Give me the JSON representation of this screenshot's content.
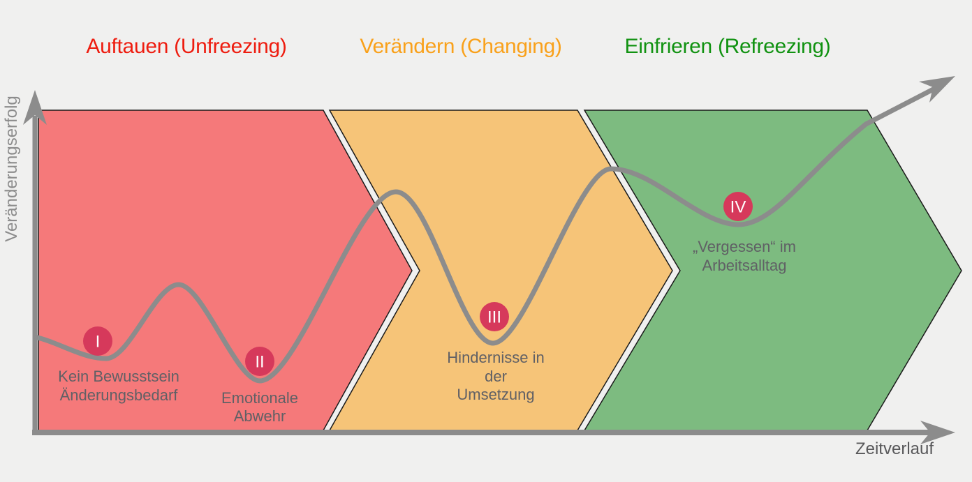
{
  "diagram_title_implicit": "Lewin change model curve",
  "colors": {
    "background": "#f0f0ef",
    "phase_red_fill": "#f5797a",
    "phase_orange_fill": "#f6c478",
    "phase_green_fill": "#7dbb80",
    "title_red": "#ee1c0f",
    "title_orange": "#f9a11b",
    "title_green": "#119211",
    "curve_gray": "#8c8c8c",
    "axis_gray": "#8c8c8c",
    "milestone_circle": "#d6395b",
    "milestone_text": "#606065",
    "shape_border": "#1a1a1a",
    "x_label_gray": "#58585a"
  },
  "phases": [
    {
      "title": "Auftauen (Unfreezing)",
      "title_color": "#ee1c0f",
      "fill": "#f5797a"
    },
    {
      "title": "Verändern (Changing)",
      "title_color": "#f9a11b",
      "fill": "#f6c478"
    },
    {
      "title": "Einfrieren (Refreezing)",
      "title_color": "#119211",
      "fill": "#7dbb80"
    }
  ],
  "axes": {
    "y_label": "Veränderungserfolg",
    "x_label": "Zeitverlauf",
    "color": "#8c8c8c"
  },
  "curve": {
    "color": "#8c8c8c"
  },
  "milestones": [
    {
      "numeral": "I",
      "circle_color": "#d6395b",
      "lines": [
        "Kein Bewusstsein",
        "Änderungsbedarf"
      ]
    },
    {
      "numeral": "II",
      "circle_color": "#d6395b",
      "lines": [
        "Emotionale",
        "Abwehr"
      ]
    },
    {
      "numeral": "III",
      "circle_color": "#d6395b",
      "lines": [
        "Hindernisse in",
        "der",
        "Umsetzung"
      ]
    },
    {
      "numeral": "IV",
      "circle_color": "#d6395b",
      "lines": [
        "„Vergessen“ im",
        "Arbeitsalltag"
      ]
    }
  ]
}
